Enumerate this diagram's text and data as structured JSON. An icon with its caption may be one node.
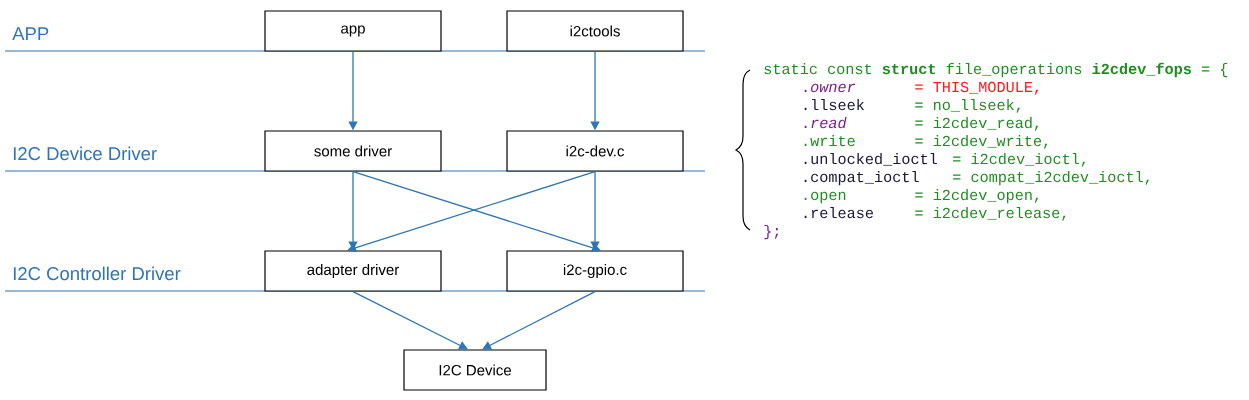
{
  "diagram": {
    "nodes": [
      {
        "text": [
          "app"
        ]
      },
      {
        "text": [
          "i2ctools"
        ]
      },
      {
        "text": [
          "some driver"
        ]
      },
      {
        "text": [
          "i2c-dev.c"
        ]
      },
      {
        "text": [
          "adapter driver"
        ]
      },
      {
        "text": [
          "i2c-gpio.c"
        ]
      },
      {
        "text": [
          "I2C Device"
        ]
      }
    ],
    "edges": [
      {
        "from": 0,
        "to": 2,
        "arrow": "to"
      },
      {
        "from": 1,
        "to": 3,
        "arrow": "to"
      },
      {
        "from": 2,
        "to": 4,
        "arrow": "to"
      },
      {
        "from": 2,
        "to": 5,
        "arrow": "to"
      },
      {
        "from": 3,
        "to": 4,
        "arrow": "to"
      },
      {
        "from": 3,
        "to": 5,
        "arrow": "to"
      },
      {
        "from": 4,
        "to": 6,
        "arrow": "to"
      },
      {
        "from": 5,
        "to": 6,
        "arrow": "to"
      }
    ],
    "labels": [
      "APP",
      "I2C Device Driver",
      "I2C Controller Driver",
      "static const **struct** file_operations **i2cdev_fops** = {",
      ".*owner*",
      "= THIS_MODULE,",
      ".llseek",
      "= no_llseek,",
      ".*read*",
      "= i2cdev_read,",
      ".write",
      "= i2cdev_write,",
      ".unlocked_ioctl",
      "= i2cdev_ioctl,",
      ".compat_ioctl",
      "= compat_i2cdev_ioctl,",
      ".open",
      "= i2cdev_open,",
      ".release",
      "= i2cdev_release,",
      "};"
    ]
  }
}
